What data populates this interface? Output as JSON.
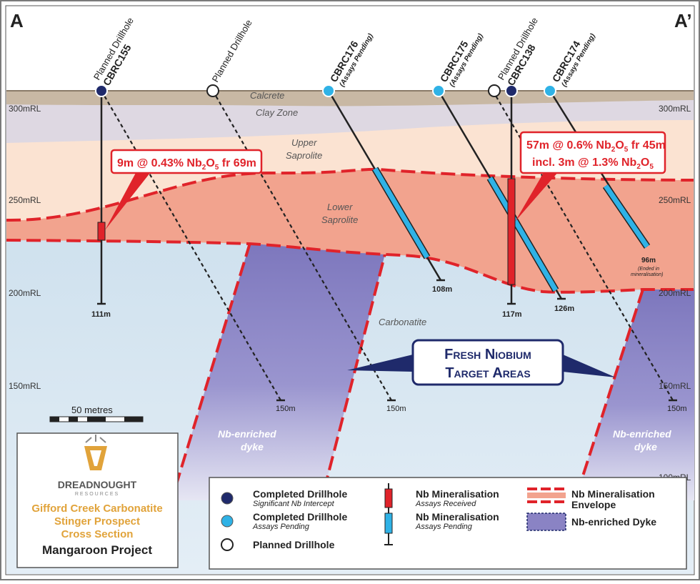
{
  "corners": {
    "left": "A",
    "right": "A’"
  },
  "elevations": {
    "rl300": "300mRL",
    "rl250": "250mRL",
    "rl200": "200mRL",
    "rl150": "150mRL",
    "rl100": "100mRL"
  },
  "layers": {
    "calcrete": "Calcrete",
    "clay": "Clay Zone",
    "upper_saprolite_1": "Upper",
    "upper_saprolite_2": "Saprolite",
    "lower_saprolite_1": "Lower",
    "lower_saprolite_2": "Saprolite",
    "carbonatite": "Carbonatite",
    "dyke_1": "Nb-enriched",
    "dyke_2": "dyke"
  },
  "holes": {
    "cbrc155": {
      "name": "CBRC155",
      "note": "Planned Drillhole",
      "depth": "111m"
    },
    "planned_1": {
      "note": "Planned Drillhole",
      "depth": "150m"
    },
    "cbrc176": {
      "name": "CBRC176",
      "note": "(Assays Pending)",
      "depth": "108m"
    },
    "cbrc175": {
      "name": "CBRC175",
      "note": "(Assays Pending)",
      "depth": "126m"
    },
    "planned_2": {
      "note": "Planned Drillhole",
      "depth": "150m"
    },
    "cbrc138": {
      "name": "CBRC138",
      "depth": "117m"
    },
    "cbrc174": {
      "name": "CBRC174",
      "note": "(Assays Pending)",
      "depth": "96m",
      "sub1": "(Ended in",
      "sub2": "mineralisation)"
    },
    "planned_3": {
      "depth": "150m"
    }
  },
  "callouts": {
    "left": {
      "main": "9m @ 0.43% Nb",
      "sub": "2",
      "main2": "O",
      "sub2": "5",
      "tail": " fr 69m"
    },
    "right1": {
      "a": "57m @ 0.6% Nb",
      "b": "2",
      "c": "O",
      "d": "5",
      "e": " fr 45m"
    },
    "right2": {
      "a": "incl. 3m @ 1.3% Nb",
      "b": "2",
      "c": "O",
      "d": "5"
    }
  },
  "target": {
    "line1": "Fresh Niobium",
    "line2": "Target Areas"
  },
  "scale": {
    "label": "50 metres"
  },
  "logo": {
    "company": "DREADNOUGHT",
    "sub": "RESOURCES"
  },
  "title": {
    "line1": "Gifford Creek Carbonatite",
    "line2": "Stinger Prospect",
    "line3": "Cross Section",
    "project": "Mangaroon Project"
  },
  "legend": {
    "completed_sig": "Completed Drillhole",
    "completed_sig_sub": "Significant Nb Intercept",
    "completed_pend": "Completed Drillhole",
    "completed_pend_sub": "Assays Pending",
    "planned": "Planned Drillhole",
    "min_received": "Nb Mineralisation",
    "min_received_sub": "Assays Received",
    "min_pending": "Nb Mineralisation",
    "min_pending_sub": "Assays Pending",
    "envelope_1": "Nb Mineralisation",
    "envelope_2": "Envelope",
    "dyke": "Nb-enriched Dyke"
  },
  "colors": {
    "sky": "#ffffff",
    "calcrete": "#c8b8a4",
    "clay": "#ded8e2",
    "upper_saprolite": "#fbe3d2",
    "lower_saprolite": "#f2a38e",
    "carbonatite": "#cfe1ee",
    "dyke": "#8a83c4",
    "red": "#e0232a",
    "cyan": "#2fb2e6",
    "navy": "#1f2a6b",
    "gold": "#e1a33a"
  }
}
